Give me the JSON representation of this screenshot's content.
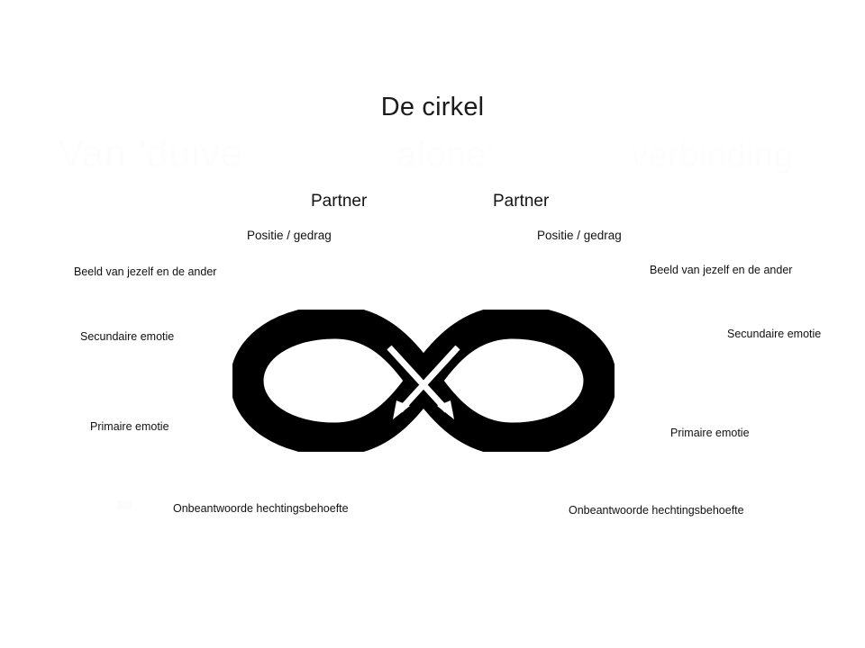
{
  "slide": {
    "title": "De cirkel",
    "background_color": "#ffffff",
    "text_color": "#111111",
    "figure_color": "#000000",
    "arrow_color": "#ffffff"
  },
  "ghost_watermark": {
    "note": "faint near-white residual text behind the title",
    "fragment_1": "Van 'duive",
    "fragment_2": "alone'",
    "fragment_3": "verbinding",
    "color": "#fdfdfd"
  },
  "left_column": {
    "partner": "Partner",
    "positie_gedrag": "Positie / gedrag",
    "beeld": "Beeld van jezelf en de ander",
    "secundaire_emotie": "Secundaire emotie",
    "primaire_emotie": "Primaire emotie",
    "onbeantwoorde_behoefte": "Onbeantwoorde hechtingsbehoefte"
  },
  "right_column": {
    "partner": "Partner",
    "positie_gedrag": "Positie / gedrag",
    "beeld": "Beeld van jezelf en de ander",
    "secundaire_emotie": "Secundaire emotie",
    "primaire_emotie": "Primaire emotie",
    "onbeantwoorde_behoefte": "Onbeantwoorde hechtingsbehoefte"
  },
  "figure": {
    "shape": "infinity-loop",
    "arrows": [
      {
        "name": "arrow-down-left",
        "direction": "down-left"
      },
      {
        "name": "arrow-down-right",
        "direction": "down-right"
      }
    ]
  }
}
